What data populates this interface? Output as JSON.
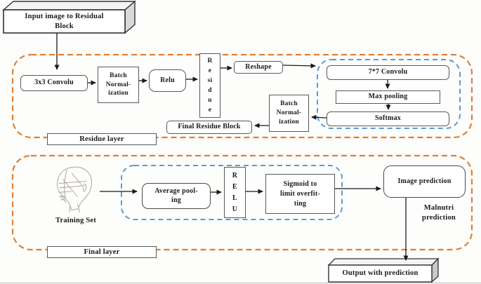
{
  "diagram": {
    "input_block": "Input image to Residual\nBlock",
    "output_block": "Output with prediction",
    "residue_layer": {
      "label": "Residue layer",
      "conv3": "3x3 Convolu",
      "batch_norm_1": "Batch\nNormal-\nization",
      "relu": "Relu",
      "residue_vertical": "R\ne\nsi\nd\nu\ne",
      "reshape": "Reshape",
      "conv7": "7*7 Convolu",
      "max_pooling": "Max pooling",
      "softmax": "Softmax",
      "batch_norm_2": "Batch\nNormal-\nization",
      "final_residue_block": "Final Residue Block"
    },
    "final_layer": {
      "label": "Final layer",
      "training_set": "Training Set",
      "average_pooling": "Average pool-\ning",
      "relu_vertical": "R\nE\nL\nU",
      "sigmoid": "Sigmoid to\nlimit overfit-\nting",
      "image_prediction": "Image prediction",
      "malnutri_note": "Malnutri\nprediction"
    },
    "colors": {
      "outer_dash": "#e08034",
      "inner_dash": "#5b9bd5",
      "box_border": "#595959",
      "arrow": "#1a1a1a",
      "sketch": "#aaa39c"
    }
  }
}
